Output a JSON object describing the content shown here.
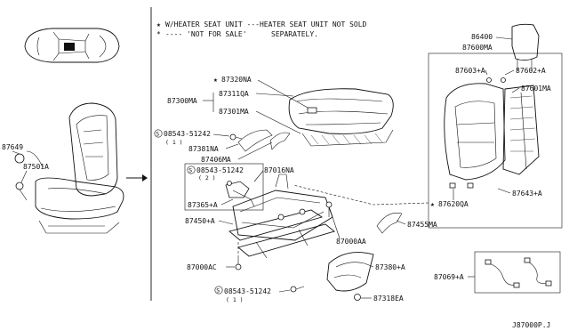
{
  "notes": {
    "heater_line": "W/HEATER SEAT UNIT ---HEATER SEAT UNIT NOT SOLD",
    "heater_line2": "SEPARATELY.",
    "not_for_sale": "---- 'NOT FOR SALE'"
  },
  "symbols": {
    "star": "★",
    "asterisk": "*"
  },
  "labels": {
    "p87649": "87649",
    "p87501A": "87501A",
    "p87320NA": "87320NA",
    "p87300MA": "87300MA",
    "p87311QA": "87311QA",
    "p87301MA": "87301MA",
    "p08543_top": "08543-51242",
    "p08543_top_q": "( 1 )",
    "p87381NA": "87381NA",
    "p87406MA": "87406MA",
    "p08543_mid": "08543-51242",
    "p08543_mid_q": "( 2 )",
    "p87016NA": "87016NA",
    "p87365A": "87365+A",
    "p87450A": "87450+A",
    "p87000AA": "87000AA",
    "p87455MA": "87455MA",
    "p87000AC": "87000AC",
    "p87380A": "87380+A",
    "p08543_bot": "08543-51242",
    "p08543_bot_q": "( 1 )",
    "p87318EA": "87318EA",
    "p86400": "86400",
    "p87600MA": "87600MA",
    "p87603A": "87603+A",
    "p87602A": "87602+A",
    "p87601MA": "87601MA",
    "p87643A": "87643+A",
    "p87620QA": "87620QA",
    "p87069A": "87069+A",
    "screw_s": "S"
  },
  "diagram_code": "J87000P.J"
}
